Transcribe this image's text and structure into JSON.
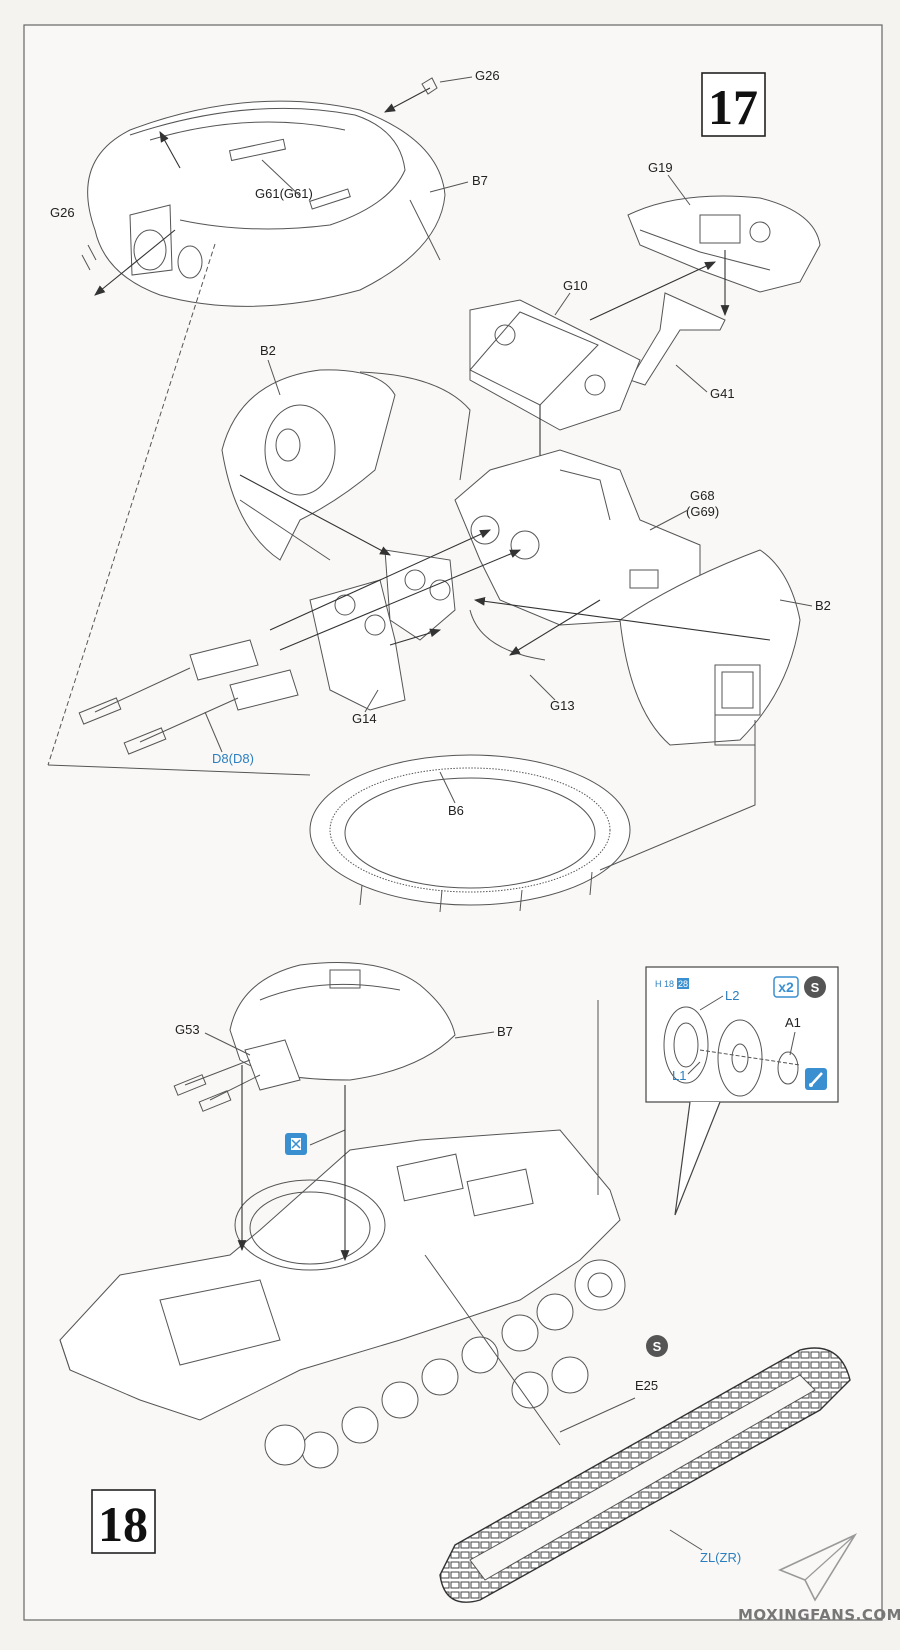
{
  "steps": {
    "step17": "17",
    "step18": "18"
  },
  "labels": {
    "g26_top": "G26",
    "g61": "G61(G61)",
    "b7_top": "B7",
    "g26_left": "G26",
    "g19": "G19",
    "g10": "G10",
    "g41": "G41",
    "b2_left": "B2",
    "g68": "G68",
    "g69": "(G69)",
    "b2_right": "B2",
    "g13": "G13",
    "g14": "G14",
    "d8": "D8(D8)",
    "b6": "B6",
    "g53": "G53",
    "b7_bottom": "B7",
    "e25": "E25",
    "zl": "ZL(ZR)"
  },
  "inset": {
    "h_code": "H",
    "h18": "18",
    "h28": "28",
    "l2": "L2",
    "a1": "A1",
    "l1": "L1",
    "times2": "x2",
    "s": "S"
  },
  "badges": {
    "s_tracks": "S"
  },
  "watermark": "MOXINGFANS.COM",
  "colors": {
    "ink": "#222222",
    "line": "#555555",
    "blue_label": "#2c7fbf",
    "blue_icon": "#3a8fd0"
  }
}
